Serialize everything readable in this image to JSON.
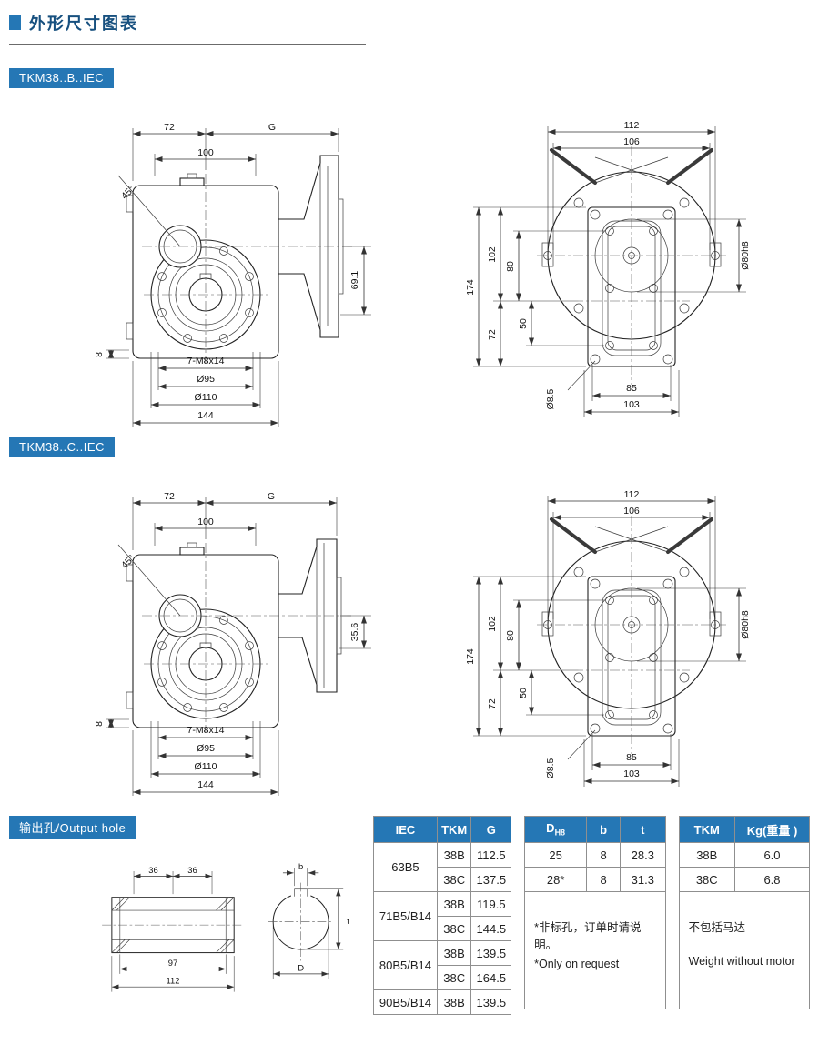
{
  "page_title": "外形尺寸图表",
  "badges": {
    "section_b": "TKM38..B..IEC",
    "section_c": "TKM38..C..IEC",
    "output_hole": "输出孔/Output hole"
  },
  "drawing_b": {
    "side": {
      "w72": "72",
      "g": "G",
      "w100": "100",
      "a45": "45°",
      "h691": "69.1",
      "h8": "8",
      "bolts": "7-M8x14",
      "d95": "Ø95",
      "d110": "Ø110",
      "w144": "144"
    },
    "front": {
      "w112": "112",
      "w106": "106",
      "h174": "174",
      "h102": "102",
      "h80": "80",
      "h50": "50",
      "h72": "72",
      "shaft": "Ø80h8",
      "hole": "Ø8.5",
      "w85": "85",
      "w103": "103"
    }
  },
  "drawing_c": {
    "side": {
      "w72": "72",
      "g": "G",
      "w100": "100",
      "a45": "45°",
      "h356": "35.6",
      "h8": "8",
      "bolts": "7-M8x14",
      "d95": "Ø95",
      "d110": "Ø110",
      "w144": "144"
    },
    "front": {
      "w112": "112",
      "w106": "106",
      "h174": "174",
      "h102": "102",
      "h80": "80",
      "h50": "50",
      "h72": "72",
      "shaft": "Ø80h8",
      "hole": "Ø8.5",
      "w85": "85",
      "w103": "103"
    }
  },
  "output_drawing": {
    "w36a": "36",
    "w36b": "36",
    "w97": "97",
    "w112": "112",
    "b": "b",
    "t": "t",
    "d": "D"
  },
  "table_iec": {
    "headers": [
      "IEC",
      "TKM",
      "G"
    ],
    "groups": [
      {
        "iec": "63B5",
        "rows": [
          [
            "38B",
            "112.5"
          ],
          [
            "38C",
            "137.5"
          ]
        ]
      },
      {
        "iec": "71B5/B14",
        "rows": [
          [
            "38B",
            "119.5"
          ],
          [
            "38C",
            "144.5"
          ]
        ]
      },
      {
        "iec": "80B5/B14",
        "rows": [
          [
            "38B",
            "139.5"
          ],
          [
            "38C",
            "164.5"
          ]
        ]
      },
      {
        "iec": "90B5/B14",
        "rows": [
          [
            "38B",
            "139.5"
          ]
        ]
      }
    ]
  },
  "table_dbt": {
    "header_d": "D",
    "header_d_sub": "H8",
    "header_b": "b",
    "header_t": "t",
    "rows": [
      [
        "25",
        "8",
        "28.3"
      ],
      [
        "28*",
        "8",
        "31.3"
      ]
    ],
    "note_cn": "*非标孔，订单时请说明。",
    "note_en": "*Only on request"
  },
  "table_kg": {
    "headers": [
      "TKM",
      "Kg(重量 )"
    ],
    "rows": [
      [
        "38B",
        "6.0"
      ],
      [
        "38C",
        "6.8"
      ]
    ],
    "note_cn": "不包括马达",
    "note_en": "Weight without motor"
  },
  "colors": {
    "accent": "#2577b5"
  }
}
